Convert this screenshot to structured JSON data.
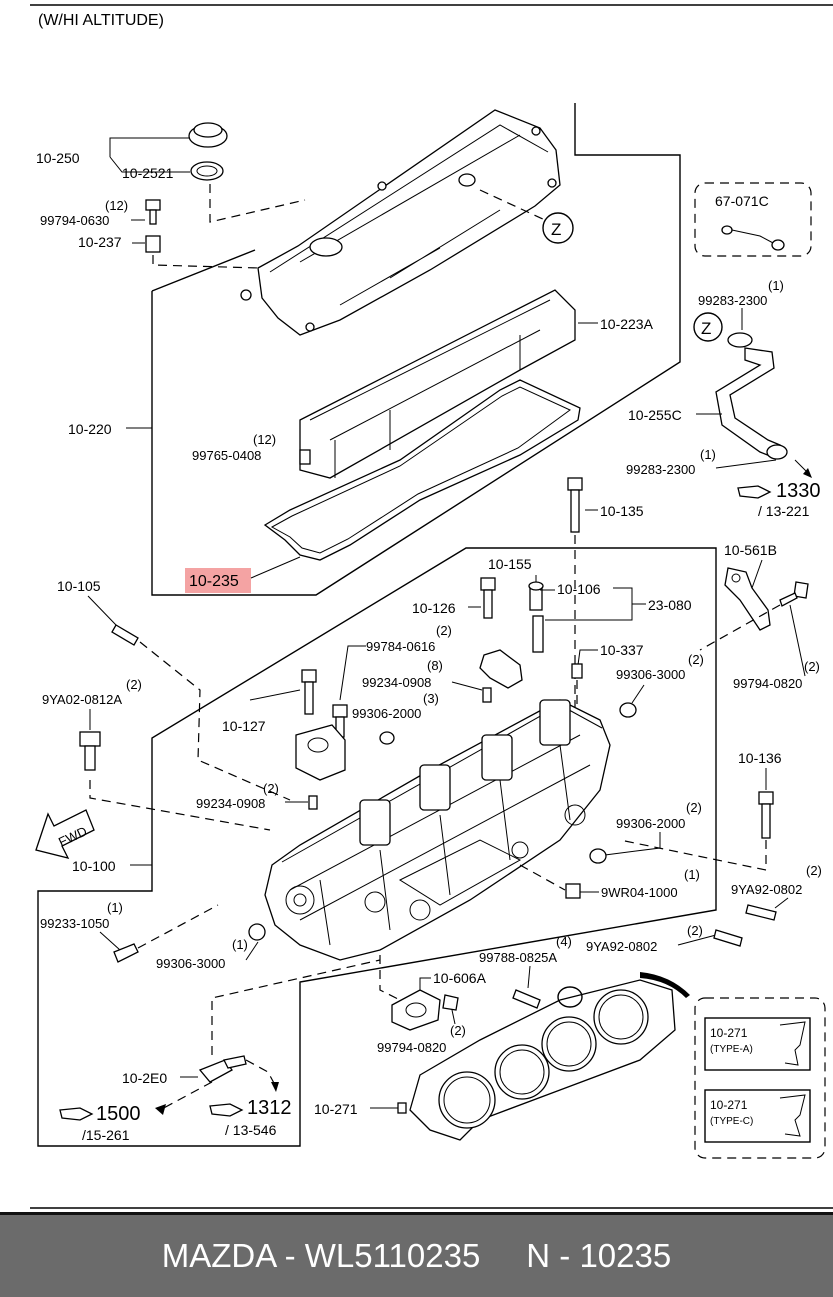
{
  "header": {
    "title": "(W/HI ALTITUDE)"
  },
  "labels": {
    "p10_250": "10-250",
    "p10_2521": "10-2521",
    "q12a": "(12)",
    "p99794_0630": "99794-0630",
    "p10_237": "10-237",
    "p10_220": "10-220",
    "p10_223A": "10-223A",
    "q12b": "(12)",
    "p99765_0408": "99765-0408",
    "p10_235": "10-235",
    "p67_071C": "67-071C",
    "q1a": "(1)",
    "p99283_2300a": "99283-2300",
    "p10_255C": "10-255C",
    "q1b": "(1)",
    "p99283_2300b": "99283-2300",
    "ref1330": "1330",
    "ref1330sub": "/ 13-221",
    "p10_135": "10-135",
    "p10_155": "10-155",
    "p10_106": "10-106",
    "p10_126": "10-126",
    "p23_080": "23-080",
    "p10_561B": "10-561B",
    "p10_105": "10-105",
    "q2a": "(2)",
    "p99784_0616": "99784-0616",
    "p10_337": "10-337",
    "q8": "(8)",
    "p99234_0908a": "99234-0908",
    "q2b": "(2)",
    "p99306_3000a": "99306-3000",
    "q3": "(3)",
    "p99306_2000a": "99306-2000",
    "q2c": "(2)",
    "p99794_0820a": "99794-0820",
    "q2d": "(2)",
    "p9YA02_0812A": "9YA02-0812A",
    "p10_127": "10-127",
    "p10_136": "10-136",
    "q2e": "(2)",
    "p99234_0908b": "99234-0908",
    "q2f": "(2)",
    "p99306_2000b": "99306-2000",
    "fwd": "FWD",
    "p10_100": "10-100",
    "q1c": "(1)",
    "p9WR04_1000": "9WR04-1000",
    "q2g": "(2)",
    "p9YA92_0802a": "9YA92-0802",
    "q1d": "(1)",
    "p99233_1050": "99233-1050",
    "q1e": "(1)",
    "p99306_3000b": "99306-3000",
    "q4": "(4)",
    "p99788_0825A": "99788-0825A",
    "q2h": "(2)",
    "p9YA92_0802b": "9YA92-0802",
    "p10_606A": "10-606A",
    "q2i": "(2)",
    "p99794_0820b": "99794-0820",
    "p10_271a": "10-271",
    "typeA": "(TYPE-A)",
    "p10_271b": "10-271",
    "typeC": "(TYPE-C)",
    "p10_2E0": "10-2E0",
    "ref1500": "1500",
    "ref1500sub": "/15-261",
    "ref1312": "1312",
    "ref1312sub": "/ 13-546",
    "p10_271c": "10-271",
    "z1": "Z",
    "z2": "Z"
  },
  "footer": {
    "brand": "MAZDA - WL5110235",
    "code": "N - 10235"
  },
  "colors": {
    "highlight": "#f4a3a3",
    "footer_bg": "#6b6b6b"
  }
}
